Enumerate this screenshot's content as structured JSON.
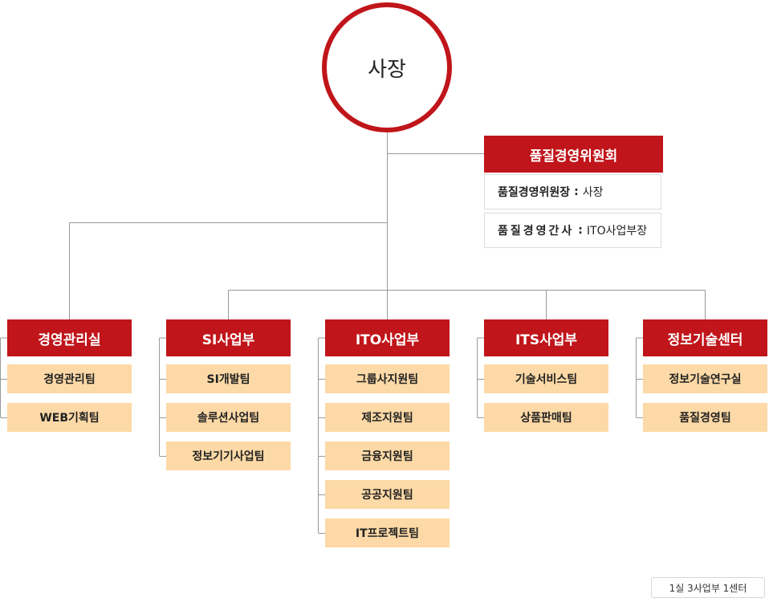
{
  "ceo": {
    "label": "사장"
  },
  "committee": {
    "title": "품질경영위원회",
    "chair": {
      "label": "품질경영위원장",
      "value": "사장"
    },
    "secretary": {
      "label": "품질경영간사",
      "value": "ITO사업부장"
    }
  },
  "departments": [
    {
      "name": "경영관리실",
      "teams": [
        "경영관리팀",
        "WEB기획팀"
      ]
    },
    {
      "name": "SI사업부",
      "teams": [
        "SI개발팀",
        "솔루션사업팀",
        "정보기기사업팀"
      ]
    },
    {
      "name": "ITO사업부",
      "teams": [
        "그룹사지원팀",
        "제조지원팀",
        "금융지원팀",
        "공공지원팀",
        "IT프로젝트팀"
      ]
    },
    {
      "name": "ITS사업부",
      "teams": [
        "기술서비스팀",
        "상품판매팀"
      ]
    },
    {
      "name": "정보기술센터",
      "teams": [
        "정보기술연구실",
        "품질경영팀"
      ]
    }
  ],
  "summary": "1실 3사업부 1센터",
  "colors": {
    "primary": "#c0151a",
    "team_fill": "#fcd9a6",
    "connector": "#999999"
  }
}
